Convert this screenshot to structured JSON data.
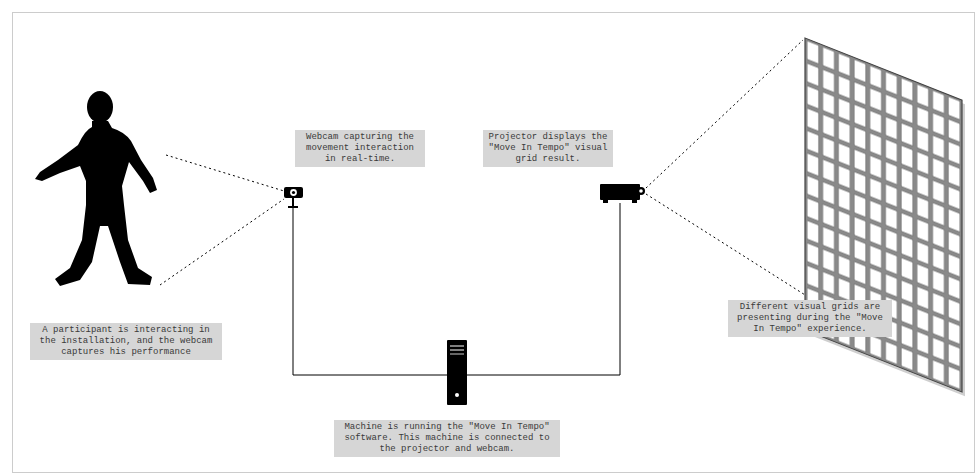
{
  "diagram": {
    "nodes": [
      {
        "text": [
          "Webcam capturing the movement interaction in real-time."
        ]
      },
      {
        "text": [
          "Projector displays the \"Move In Tempo\" visual grid result."
        ]
      },
      {
        "text": [
          "A participant is interacting in the installation, and the webcam captures his performance"
        ]
      },
      {
        "text": [
          "Different visual grids are presenting during the \"Move In Tempo\" experience."
        ]
      },
      {
        "text": [
          "Machine is running the \"Move In Tempo\" software. This machine is connected to the projector and webcam."
        ]
      }
    ]
  }
}
